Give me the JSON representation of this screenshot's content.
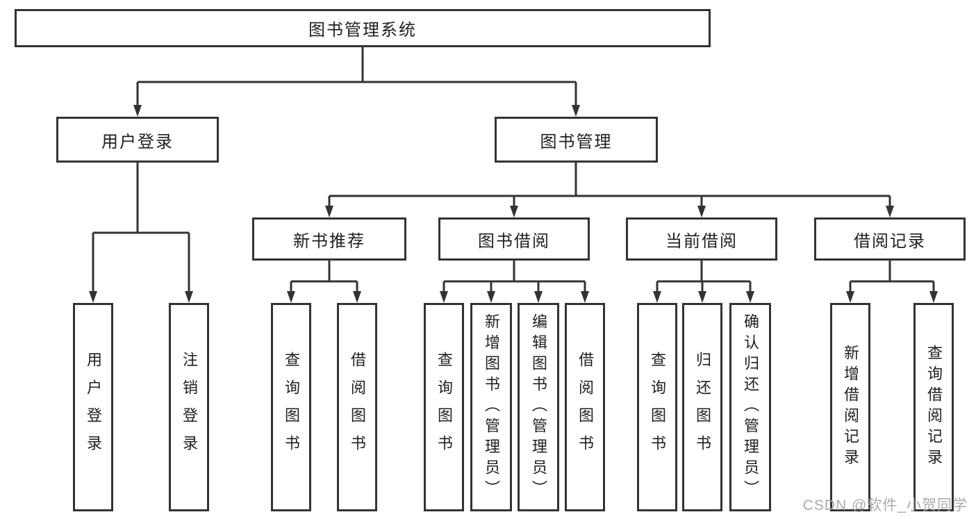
{
  "diagram": {
    "title": "图书管理系统",
    "root": {
      "label": "图书管理系统"
    },
    "level2": {
      "user_login": {
        "label": "用户登录"
      },
      "book_management": {
        "label": "图书管理"
      }
    },
    "level3": {
      "new_book_recommendation": {
        "label": "新书推荐"
      },
      "book_borrowing": {
        "label": "图书借阅"
      },
      "current_borrowing": {
        "label": "当前借阅"
      },
      "borrowing_records": {
        "label": "借阅记录"
      }
    },
    "leaves": [
      {
        "id": "user-login",
        "label": "用户登录"
      },
      {
        "id": "logout",
        "label": "注销登录"
      },
      {
        "id": "query-books-recommend",
        "label": "查询图书"
      },
      {
        "id": "borrow-books-recommend",
        "label": "借阅图书"
      },
      {
        "id": "query-books-borrow",
        "label": "查询图书"
      },
      {
        "id": "add-book-admin",
        "label": "新增图书（管理员）"
      },
      {
        "id": "edit-book-admin",
        "label": "编辑图书（管理员）"
      },
      {
        "id": "borrow-books",
        "label": "借阅图书"
      },
      {
        "id": "query-books-current",
        "label": "查询图书"
      },
      {
        "id": "return-books",
        "label": "归还图书"
      },
      {
        "id": "confirm-return-admin",
        "label": "确认归还（管理员）"
      },
      {
        "id": "add-borrow-record",
        "label": "新增借阅记录"
      },
      {
        "id": "query-borrow-record",
        "label": "查询借阅记录"
      }
    ],
    "watermark": "CSDN @软件_小贺同学",
    "colors": {
      "line": "#333333",
      "text": "#1f1f1f",
      "watermark": "#a5a5a5",
      "background": "#ffffff"
    }
  }
}
